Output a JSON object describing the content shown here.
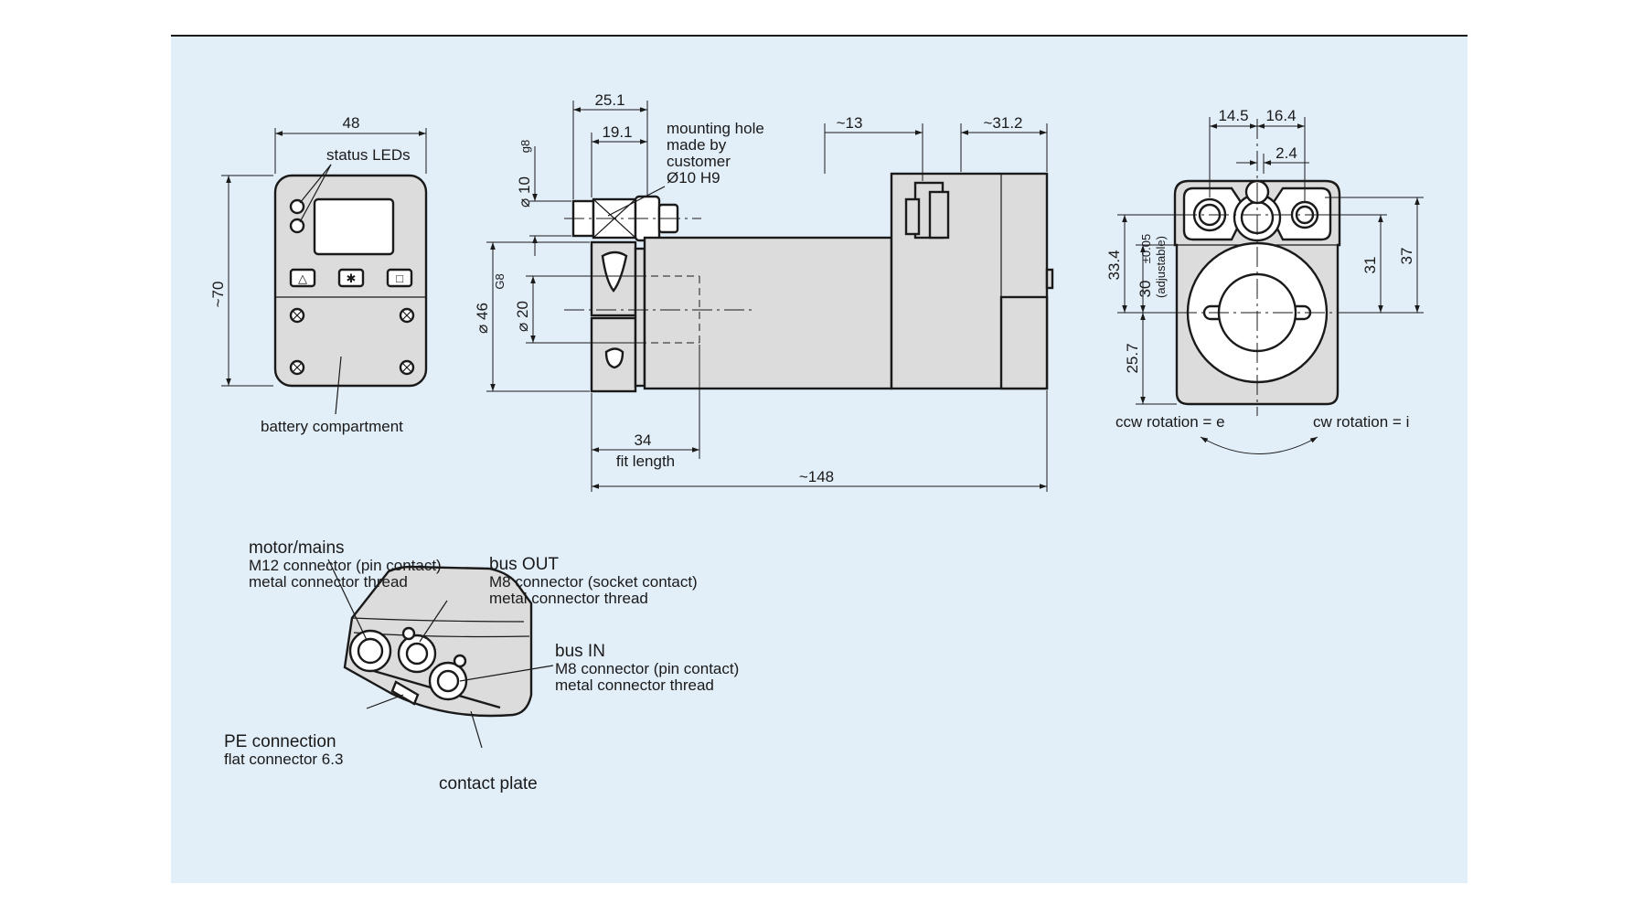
{
  "front_view": {
    "width_dim": "48",
    "height_dim": "~70",
    "status_leds_label": "status LEDs",
    "battery_label": "battery compartment",
    "button_symbols": [
      "△",
      "✱",
      "□"
    ]
  },
  "side_view": {
    "dim_25_1": "25.1",
    "dim_19_1": "19.1",
    "mounting_hole_lines": [
      "mounting hole",
      "made by",
      "customer",
      "Ø10 H9"
    ],
    "dim_shaft_d10": "⌀ 10",
    "dim_shaft_d10_tol": "g8",
    "dim_flange_d46": "⌀ 46",
    "dim_collar_d20": "⌀ 20",
    "dim_collar_d20_tol": "G8",
    "dim_13": "~13",
    "dim_31_2": "~31.2",
    "dim_34": "34",
    "fit_length_label": "fit length",
    "dim_148": "~148"
  },
  "end_view": {
    "dim_14_5": "14.5",
    "dim_16_4": "16.4",
    "dim_2_4": "2.4",
    "dim_33_4": "33.4",
    "dim_30": "30",
    "dim_30_tol": "±0.05",
    "dim_30_note": "(adjustable)",
    "dim_25_7": "25.7",
    "dim_31": "31",
    "dim_37": "37",
    "ccw_label": "ccw rotation = e",
    "cw_label": "cw rotation = i"
  },
  "connectors": {
    "motor_mains": {
      "title": "motor/mains",
      "line1": "M12 connector (pin contact)",
      "line2": "metal connector thread"
    },
    "bus_out": {
      "title": "bus OUT",
      "line1": "M8 connector (socket contact)",
      "line2": "metal connector thread"
    },
    "bus_in": {
      "title": "bus IN",
      "line1": "M8 connector (pin contact)",
      "line2": "metal connector thread"
    },
    "pe": {
      "title": "PE connection",
      "line1": "flat connector 6.3"
    },
    "contact_plate": "contact plate"
  },
  "colors": {
    "panel_background": "#e2eef8",
    "housing_fill": "#dcdcdc",
    "line": "#1a1a1a"
  }
}
